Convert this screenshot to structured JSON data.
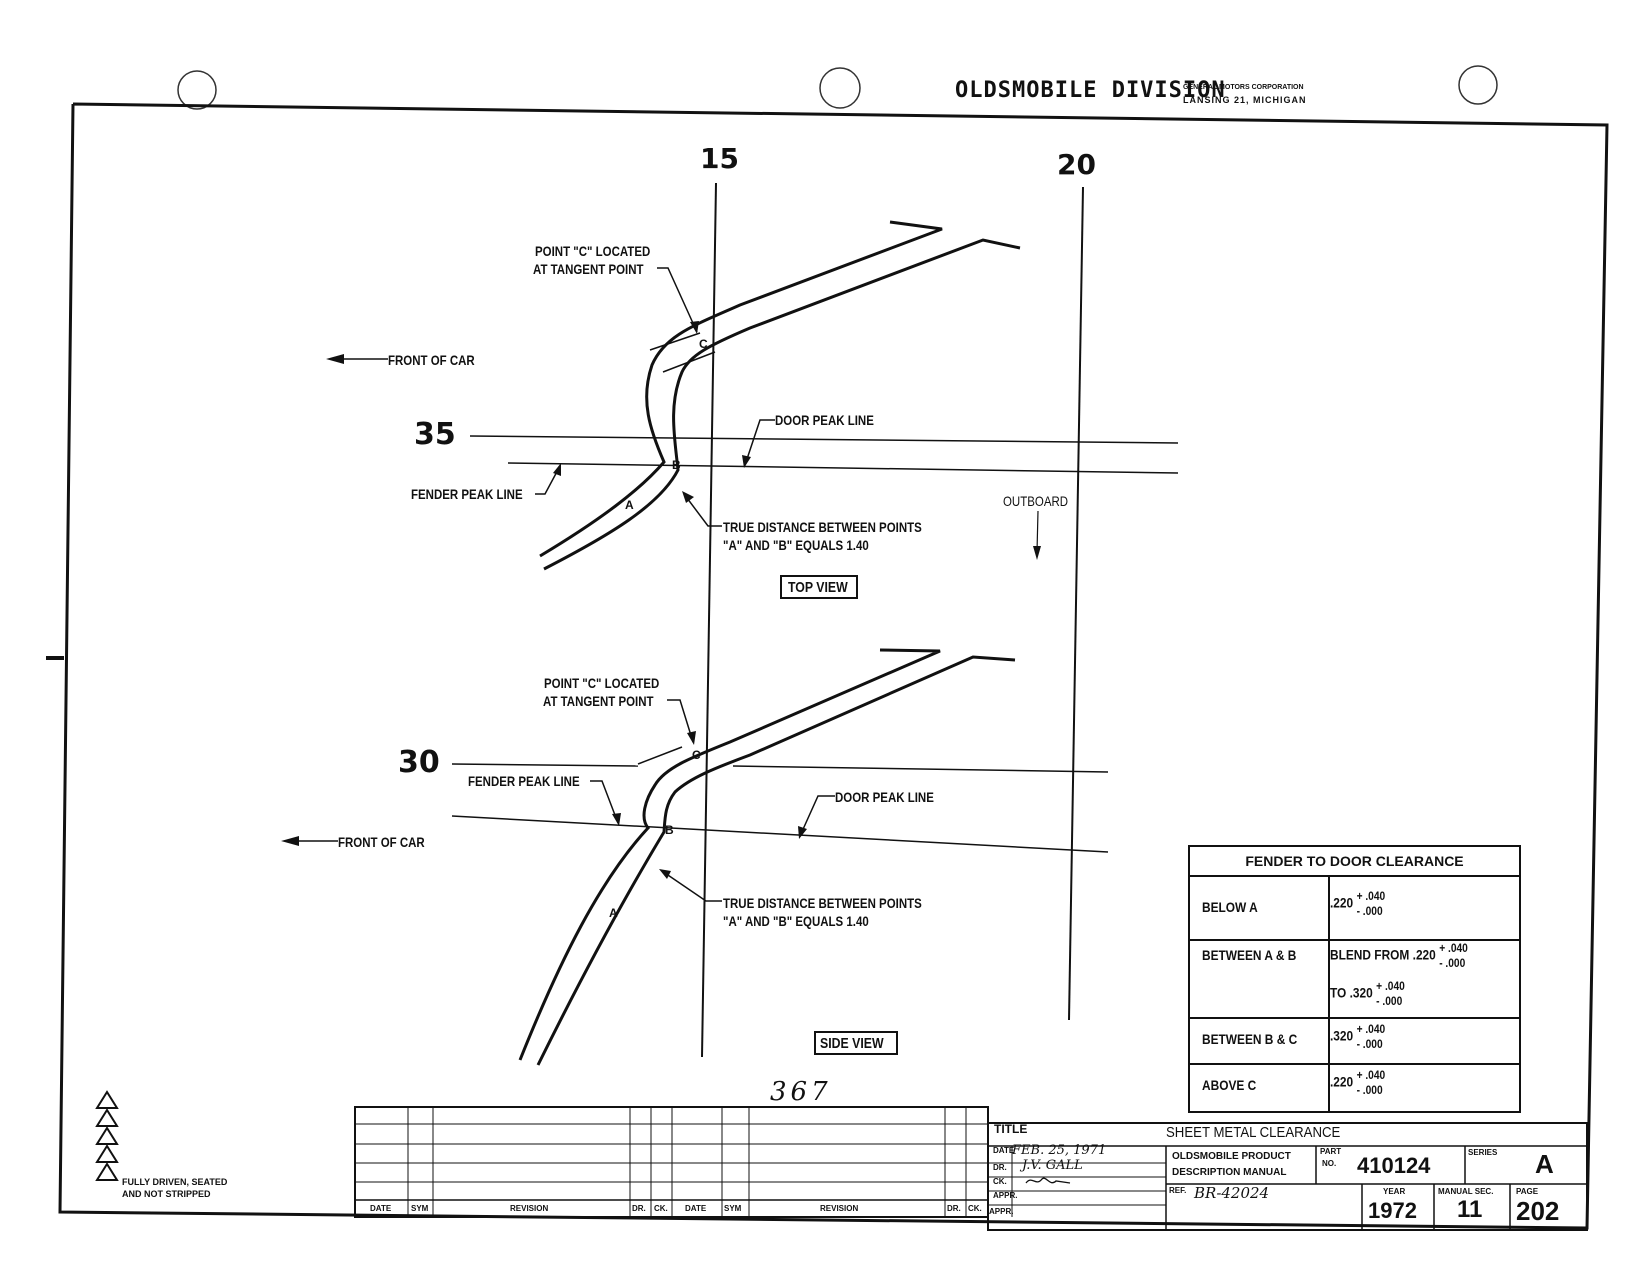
{
  "header": {
    "division": "OLDSMOBILE DIVISION",
    "corp_line1": "GENERAL MOTORS CORPORATION",
    "corp_line2": "LANSING 21, MICHIGAN"
  },
  "stations": {
    "s15": "15",
    "s20": "20",
    "s35": "35",
    "s30": "30"
  },
  "top_view": {
    "point_c_line1": "POINT \"C\" LOCATED",
    "point_c_line2": "AT TANGENT POINT",
    "front_of_car": "FRONT OF CAR",
    "door_peak_line": "DOOR PEAK LINE",
    "fender_peak_line": "FENDER PEAK LINE",
    "true_distance_line1": "TRUE DISTANCE BETWEEN POINTS",
    "true_distance_line2": "\"A\" AND \"B\" EQUALS 1.40",
    "outboard": "OUTBOARD",
    "view_label": "TOP VIEW",
    "pt_a": "A",
    "pt_b": "B",
    "pt_c": "C"
  },
  "side_view": {
    "point_c_line1": "POINT \"C\" LOCATED",
    "point_c_line2": "AT TANGENT POINT",
    "front_of_car": "FRONT OF CAR",
    "door_peak_line": "DOOR PEAK LINE",
    "fender_peak_line": "FENDER PEAK LINE",
    "true_distance_line1": "TRUE DISTANCE BETWEEN POINTS",
    "true_distance_line2": "\"A\" AND \"B\" EQUALS 1.40",
    "view_label": "SIDE VIEW",
    "pt_a": "A",
    "pt_b": "B",
    "pt_c": "C"
  },
  "sheet_number": "367",
  "clearance_table": {
    "title": "FENDER TO DOOR CLEARANCE",
    "rows": [
      {
        "label": "BELOW A",
        "value": ".220",
        "tol_plus": "+ .040",
        "tol_minus": "- .000"
      },
      {
        "label": "BETWEEN A & B",
        "value": "BLEND FROM .220",
        "tol_plus": "+ .040",
        "tol_minus": "- .000",
        "value2": "TO .320",
        "tol2_plus": "+ .040",
        "tol2_minus": "- .000"
      },
      {
        "label": "BETWEEN B  &  C",
        "value": ".320",
        "tol_plus": "+ .040",
        "tol_minus": "- .000"
      },
      {
        "label": "ABOVE C",
        "value": ".220",
        "tol_plus": "+ .040",
        "tol_minus": "- .000"
      }
    ]
  },
  "legend": {
    "note_line1": "FULLY DRIVEN, SEATED",
    "note_line2": "AND NOT STRIPPED"
  },
  "revision_block": {
    "col_date": "DATE",
    "col_sym": "SYM",
    "col_revision": "REVISION",
    "col_dr": "DR.",
    "col_ck": "CK."
  },
  "title_block": {
    "title_label": "TITLE",
    "title": "SHEET METAL CLEARANCE",
    "date_label": "DATE",
    "date": "FEB. 25, 1971",
    "dr_label": "DR.",
    "dr": "J.V. GALL",
    "ck_label": "CK.",
    "appr_label": "APPR.",
    "appr2_label": "APPR.",
    "product_line1": "OLDSMOBILE PRODUCT",
    "product_line2": "DESCRIPTION MANUAL",
    "part_label_1": "PART",
    "part_label_2": "NO.",
    "part_no": "410124",
    "series_label": "SERIES",
    "series": "A",
    "ref_label": "REF.",
    "ref": "BR-42024",
    "year_label": "YEAR",
    "year": "1972",
    "manual_sec_label": "MANUAL SEC.",
    "manual_sec": "11",
    "page_label": "PAGE",
    "page": "202"
  }
}
